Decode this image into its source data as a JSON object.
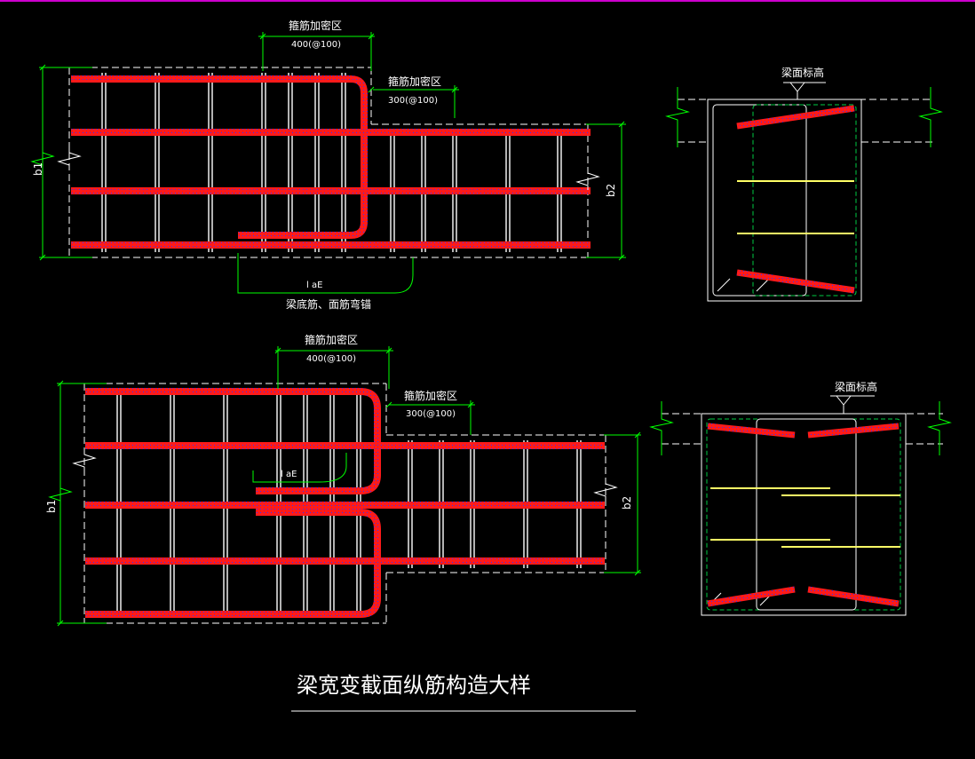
{
  "drawing": {
    "title": "梁宽变截面纵筋构造大样",
    "colors": {
      "background": "#000000",
      "border_top": "#cc00cc",
      "dimension": "#00ff00",
      "rebar_main": "#ff1a1a",
      "rebar_dots": "#3333ff",
      "stirrup": "#ffffff",
      "outline": "#ffffff",
      "tie": "#ffff66",
      "section_dash": "#00cc44"
    },
    "detail1": {
      "dense_zone_label": "箍筋加密区",
      "dense_zone_value": "400(@100)",
      "dense_zone2_label": "箍筋加密区",
      "dense_zone2_value": "300(@100)",
      "b1": "b1",
      "b2": "b2",
      "anchor_len": "l aE",
      "anchor_note": "梁底筋、面筋弯锚"
    },
    "detail2": {
      "dense_zone_label": "箍筋加密区",
      "dense_zone_value": "400(@100)",
      "dense_zone2_label": "箍筋加密区",
      "dense_zone2_value": "300(@100)",
      "b1": "b1",
      "b2": "b2",
      "anchor_len": "l aE"
    },
    "section1": {
      "elevation_label": "梁面标高"
    },
    "section2": {
      "elevation_label": "梁面标高"
    }
  }
}
